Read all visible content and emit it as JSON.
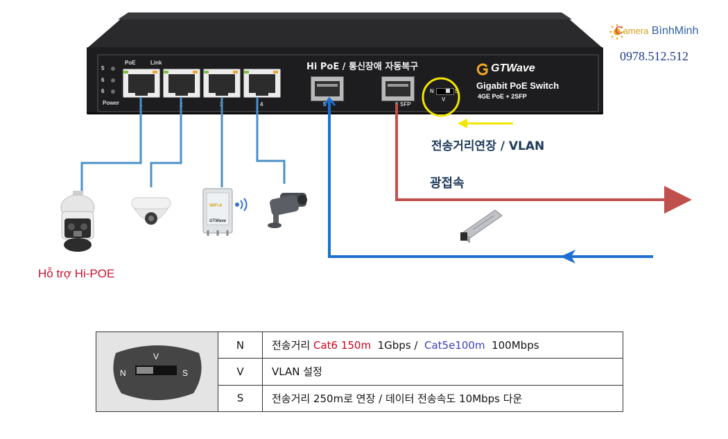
{
  "watermark": {
    "brand_c": "C",
    "brand_rest": "amera",
    "brand_name": "BìnhMinh",
    "phone": "0978.512.512"
  },
  "switch": {
    "led_labels": [
      "5",
      "6",
      "6",
      "Power"
    ],
    "poe_label": "PoE",
    "link_label": "Link",
    "port_numbers": [
      "1",
      "2",
      "3",
      "4"
    ],
    "sfp_port_labels": [
      "5",
      "6",
      "SFP"
    ],
    "hipoe_label": "Hi PoE  /  통신장애 자동복구",
    "brand": "GTWave",
    "model": "Gigabit PoE Switch",
    "model_sub": "4GE PoE + 2SFP",
    "dip_letters": [
      "N",
      "S",
      "V"
    ]
  },
  "annotations": {
    "distance_vlan": "전송거리연장  / VLAN",
    "fiber": "광접속",
    "hipoe_support": "Hỗ trợ Hi-POE"
  },
  "ap_labels": {
    "wifi": "WiFi-6",
    "brand": "GTWave"
  },
  "colors": {
    "copper_line": "#4a90c8",
    "fiber_red": "#c0504d",
    "fiber_blue": "#1f6fd0",
    "highlight_yellow": "#f2e600",
    "annotation_text": "#1e3a5a",
    "hipoe_red": "#c8102e"
  },
  "switch_diagram": {
    "letters": [
      "N",
      "V",
      "S"
    ]
  },
  "table": {
    "rows": [
      {
        "key": "N",
        "desc_parts": [
          {
            "text": "전송거리 ",
            "style": ""
          },
          {
            "text": "Cat6 150m",
            "style": "red"
          },
          {
            "text": "  1Gbps /  ",
            "style": ""
          },
          {
            "text": "Cat5e100m",
            "style": "blue"
          },
          {
            "text": "  100Mbps",
            "style": ""
          }
        ]
      },
      {
        "key": "V",
        "desc_parts": [
          {
            "text": "VLAN 설정",
            "style": ""
          }
        ]
      },
      {
        "key": "S",
        "desc_parts": [
          {
            "text": "전송거리 250m로 연장 / 데이터 전송속도 10Mbps 다운",
            "style": ""
          }
        ]
      }
    ]
  }
}
